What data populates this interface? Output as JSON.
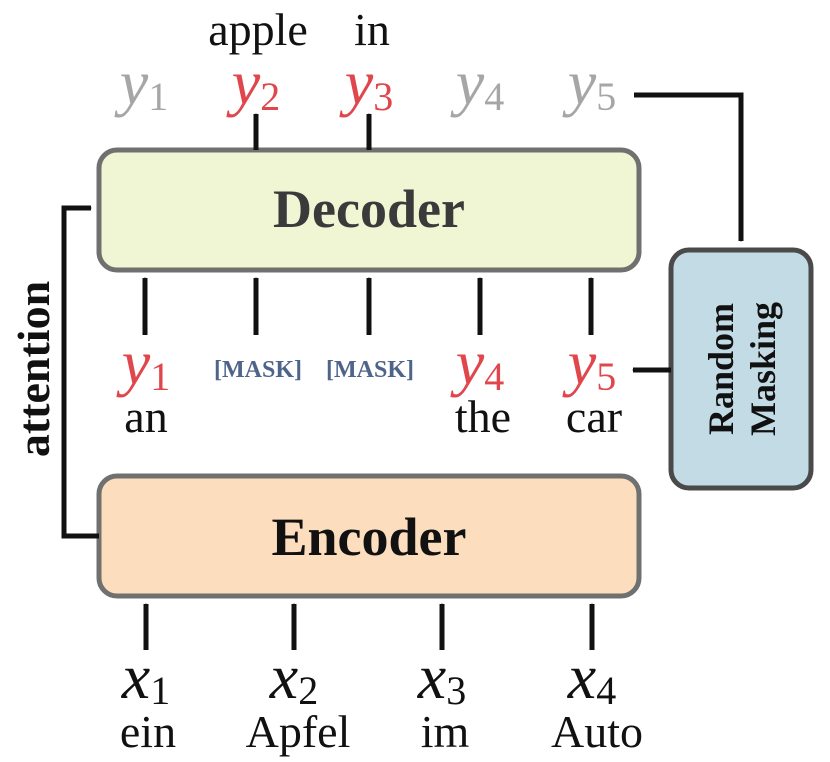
{
  "colors": {
    "red": "#e0474c",
    "gray": "#a6a6a6",
    "black": "#111111",
    "mask_text": "#4e6489",
    "decoder_fill": "#f0f5d3",
    "encoder_fill": "#fcddbd",
    "masking_fill": "#c2dbe5",
    "box_stroke": "#707070"
  },
  "decoder": {
    "label": "Decoder"
  },
  "encoder": {
    "label": "Encoder"
  },
  "masking": {
    "line1": "Random",
    "line2": "Masking"
  },
  "attention": {
    "label": "attention"
  },
  "outputs": {
    "words": [
      "apple",
      "in"
    ],
    "tokens": [
      {
        "var": "y",
        "sub": "1",
        "color": "gray"
      },
      {
        "var": "y",
        "sub": "2",
        "color": "red"
      },
      {
        "var": "y",
        "sub": "3",
        "color": "red"
      },
      {
        "var": "y",
        "sub": "4",
        "color": "gray"
      },
      {
        "var": "y",
        "sub": "5",
        "color": "gray"
      }
    ]
  },
  "decoder_inputs": {
    "tokens": [
      {
        "var": "y",
        "sub": "1",
        "word": "an"
      },
      {
        "mask": "[MASK]"
      },
      {
        "mask": "[MASK]"
      },
      {
        "var": "y",
        "sub": "4",
        "word": "the"
      },
      {
        "var": "y",
        "sub": "5",
        "word": "car"
      }
    ]
  },
  "encoder_inputs": {
    "tokens": [
      {
        "var": "x",
        "sub": "1",
        "word": "ein"
      },
      {
        "var": "x",
        "sub": "2",
        "word": "Apfel"
      },
      {
        "var": "x",
        "sub": "3",
        "word": "im"
      },
      {
        "var": "x",
        "sub": "4",
        "word": "Auto"
      }
    ]
  }
}
